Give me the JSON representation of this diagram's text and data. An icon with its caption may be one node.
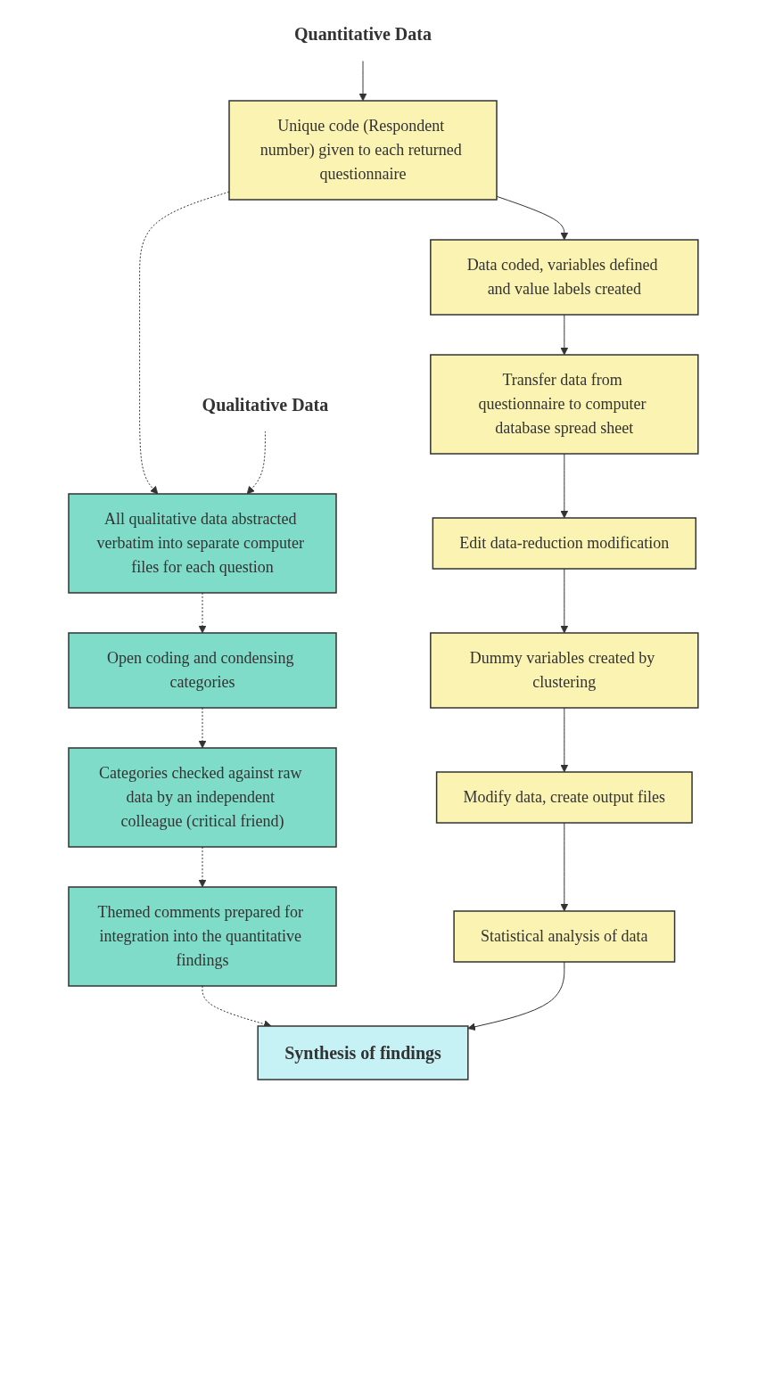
{
  "diagram": {
    "nodes": [
      {
        "text": [
          "Quantitative Data"
        ]
      },
      {
        "text": [
          "Unique code (Respondent number) given to each returned questionnaire"
        ]
      },
      {
        "text": [
          "Data coded, variables defined and value labels created"
        ]
      },
      {
        "text": [
          "Transfer data from questionnaire to computer database spread sheet"
        ]
      },
      {
        "text": [
          "Edit data-reduction modification"
        ]
      },
      {
        "text": [
          "Dummy variables created by clustering"
        ]
      },
      {
        "text": [
          "Modify data, create output files"
        ]
      },
      {
        "text": [
          "Statistical analysis of data"
        ]
      },
      {
        "text": [
          "Qualitative Data"
        ]
      },
      {
        "text": [
          "All qualitative data abstracted verbatim into separate computer files for each question"
        ]
      },
      {
        "text": [
          "Open coding and condensing categories"
        ]
      },
      {
        "text": [
          "Categories checked against raw data by an independent colleague (critical friend)"
        ]
      },
      {
        "text": [
          "Themed comments prepared for integration into the quantitative findings"
        ]
      },
      {
        "text": [
          "Synthesis of findings"
        ]
      }
    ],
    "edges": [
      {
        "from": 0,
        "to": 1,
        "arrow": "to"
      },
      {
        "from": 1,
        "to": 2,
        "arrow": "to"
      },
      {
        "from": 2,
        "to": 3,
        "arrow": "to"
      },
      {
        "from": 3,
        "to": 4,
        "arrow": "to"
      },
      {
        "from": 4,
        "to": 5,
        "arrow": "to"
      },
      {
        "from": 5,
        "to": 6,
        "arrow": "to"
      },
      {
        "from": 6,
        "to": 7,
        "arrow": "to"
      },
      {
        "from": 1,
        "to": 9,
        "arrow": "to",
        "style": "dashed"
      },
      {
        "from": 8,
        "to": 9,
        "arrow": "to",
        "style": "dashed"
      },
      {
        "from": 9,
        "to": 10,
        "arrow": "to",
        "style": "dashed"
      },
      {
        "from": 10,
        "to": 11,
        "arrow": "to",
        "style": "dashed"
      },
      {
        "from": 11,
        "to": 12,
        "arrow": "to",
        "style": "dashed"
      },
      {
        "from": 12,
        "to": 13,
        "arrow": "to",
        "style": "dashed"
      },
      {
        "from": 7,
        "to": 13,
        "arrow": "to"
      }
    ]
  }
}
